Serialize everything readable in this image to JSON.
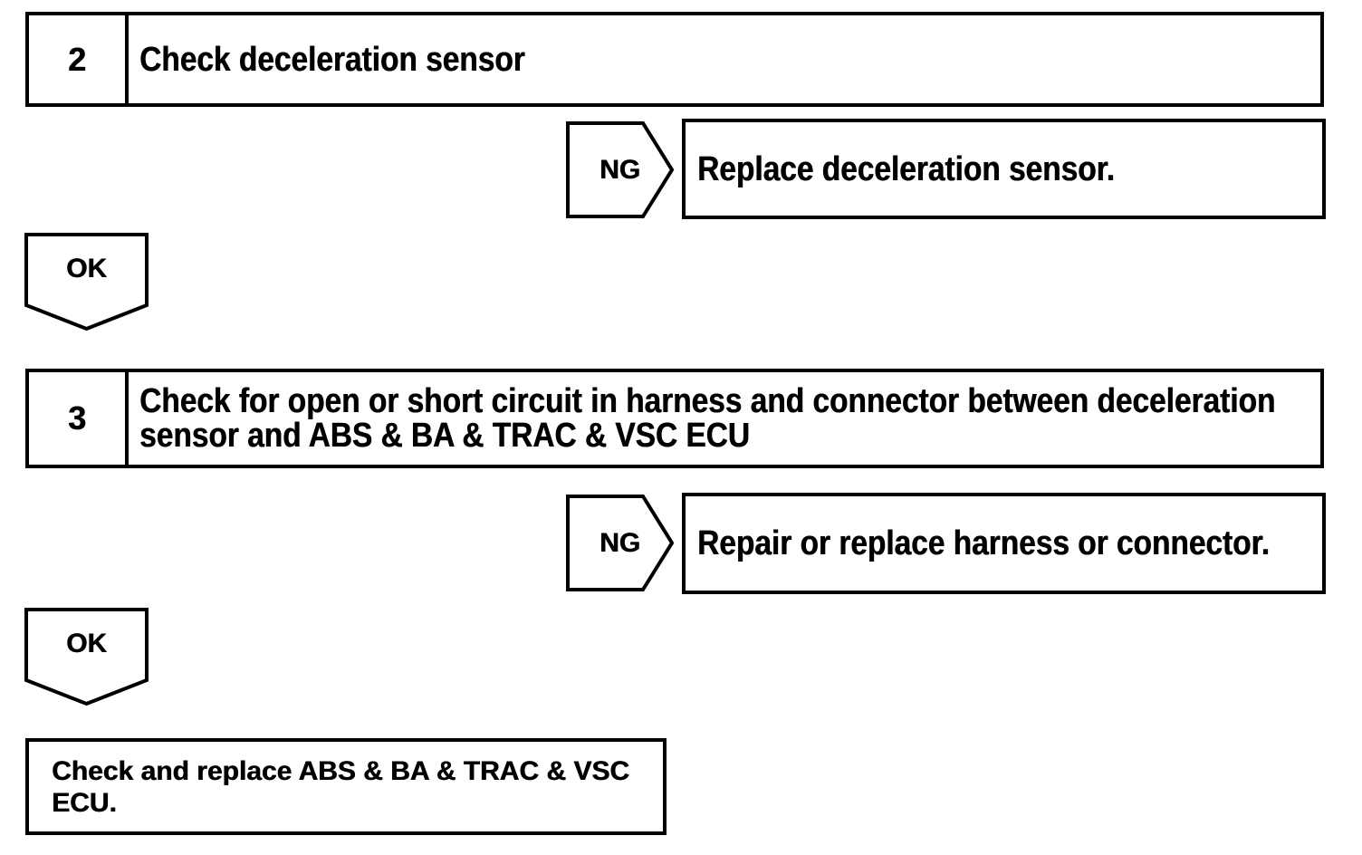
{
  "flowchart": {
    "colors": {
      "line": "#000000",
      "background": "#ffffff"
    },
    "steps": [
      {
        "number": "2",
        "title": "Check deceleration sensor",
        "ng_label": "NG",
        "ng_result": "Replace deceleration sensor.",
        "ok_label": "OK"
      },
      {
        "number": "3",
        "title_lines": [
          "Check for open or short circuit in harness and connector between deceleration",
          "sensor and ABS & BA & TRAC & VSC ECU"
        ],
        "ng_label": "NG",
        "ng_result": "Repair or replace harness or connector.",
        "ok_label": "OK"
      }
    ],
    "final_action": {
      "lines": [
        "Check and replace ABS & BA & TRAC & VSC",
        "ECU."
      ]
    }
  }
}
